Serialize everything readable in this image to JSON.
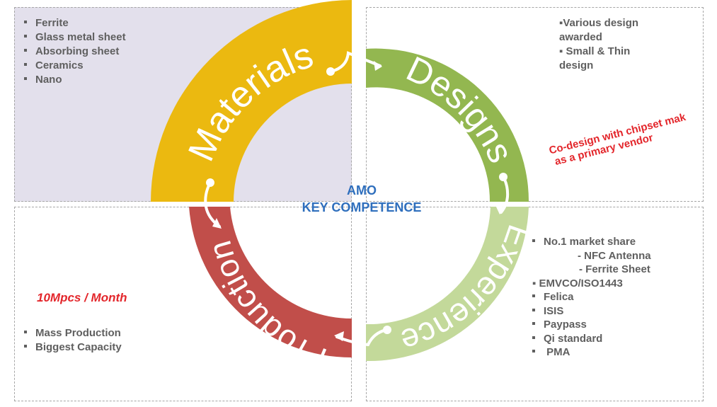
{
  "colors": {
    "materials": "#ebb910",
    "designs": "#93b750",
    "experience": "#c3d99a",
    "production": "#c14e4a",
    "center_text": "#2f6fbd",
    "highlight_text": "#e3262b",
    "bullet_text": "#5f5f5f"
  },
  "center": {
    "line1": "AMO",
    "line2": "KEY COMPETENCE"
  },
  "segments": {
    "materials": "Materials",
    "designs": "Designs",
    "experience": "Experience",
    "production": "Production"
  },
  "materials_items": [
    "Ferrite",
    "Glass metal sheet",
    "Absorbing sheet",
    "Ceramics",
    "Nano"
  ],
  "designs_items": [
    "▪Various design",
    "awarded",
    "▪  Small & Thin",
    "design"
  ],
  "codesign_note": {
    "line1": "Co-design with chipset mak",
    "line2": "as a primary vendor"
  },
  "production_highlight": "10Mpcs / Month",
  "production_items": [
    "Mass Production",
    "Biggest Capacity"
  ],
  "experience_items": {
    "market_share": "No.1 market share",
    "nfc_antenna": "- NFC Antenna",
    "ferrite_sheet": "- Ferrite Sheet",
    "emvco": "▪ EMVCO/ISO1443",
    "felica": "Felica",
    "isis": "ISIS",
    "paypass": "Paypass",
    "qi": "Qi standard",
    "pma": " PMA"
  },
  "icons": [
    "arrow-head-icon",
    "connector-dot-icon"
  ]
}
